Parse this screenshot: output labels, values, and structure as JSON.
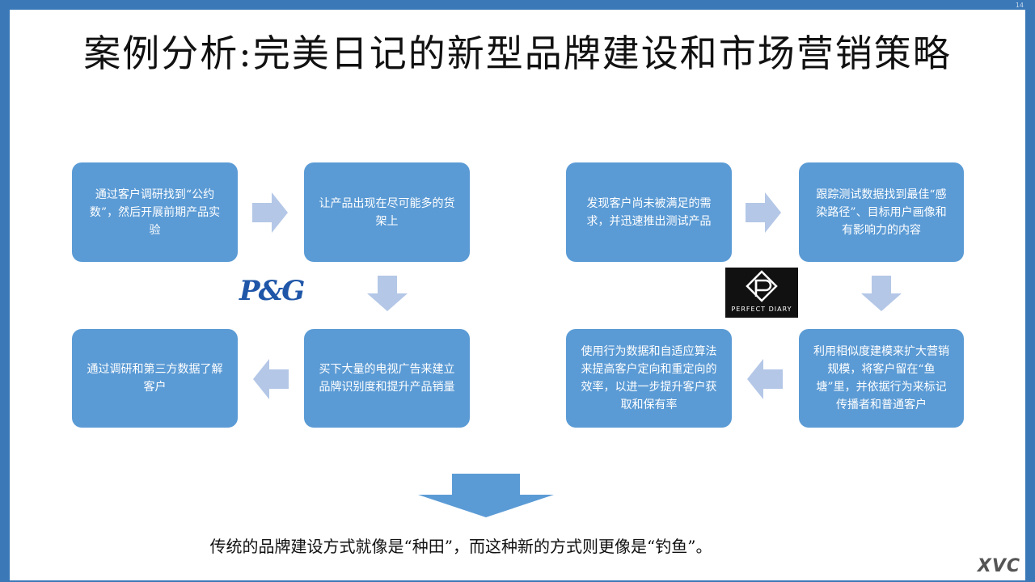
{
  "slide": {
    "page_number": "14",
    "title": "案例分析:完美日记的新型品牌建设和市场营销策略",
    "footer_text": "传统的品牌建设方式就像是“种田”，而这种新的方式则更像是“钓鱼”。",
    "footer_logo": "XVC"
  },
  "left_flow": {
    "logo": "P&G",
    "boxes": [
      "通过客户调研找到“公约数”，然后开展前期产品实验",
      "让产品出现在尽可能多的货架上",
      "买下大量的电视广告来建立品牌识别度和提升产品销量",
      "通过调研和第三方数据了解客户"
    ]
  },
  "right_flow": {
    "logo": "PERFECT DIARY",
    "boxes": [
      "发现客户尚未被满足的需求，并迅速推出测试产品",
      "跟踪测试数据找到最佳“感染路径”、目标用户画像和有影响力的内容",
      "利用相似度建模来扩大营销规模，将客户留在“鱼塘”里，并依据行为来标记传播者和普通客户",
      "使用行为数据和自适应算法来提高客户定向和重定向的效率，以进一步提升客户获取和保有率"
    ]
  },
  "colors": {
    "box_fill": "#5b9bd5",
    "arrow_fill": "#b4c7e7",
    "big_arrow_fill": "#5b9bd5",
    "frame": "#3a78b8",
    "pg_blue": "#1f56a8"
  }
}
